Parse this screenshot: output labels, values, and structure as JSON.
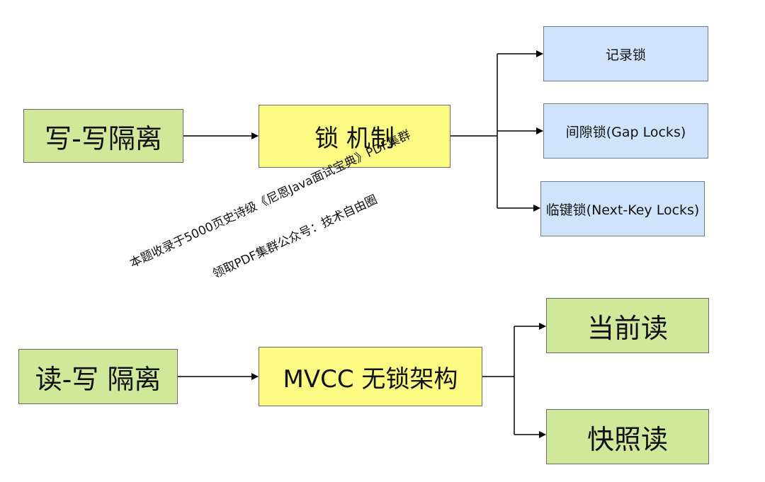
{
  "top": {
    "source": "写-写隔离",
    "mechanism": "锁 机制",
    "locks": [
      "记录锁",
      "间隙锁(Gap Locks)",
      "临键锁(Next-Key Locks)"
    ]
  },
  "bottom": {
    "source": "读-写 隔离",
    "mechanism": "MVCC 无锁架构",
    "reads": [
      "当前读",
      "快照读"
    ]
  },
  "watermark": {
    "line1": "本题收录于5000页史诗级《尼恩Java面试宝典》PDF集群",
    "line2": "领取PDF集群公众号：技术自由圈"
  },
  "colors": {
    "green": "#cfe89a",
    "yellow": "#fbfb84",
    "blue": "#cfe3fb"
  }
}
